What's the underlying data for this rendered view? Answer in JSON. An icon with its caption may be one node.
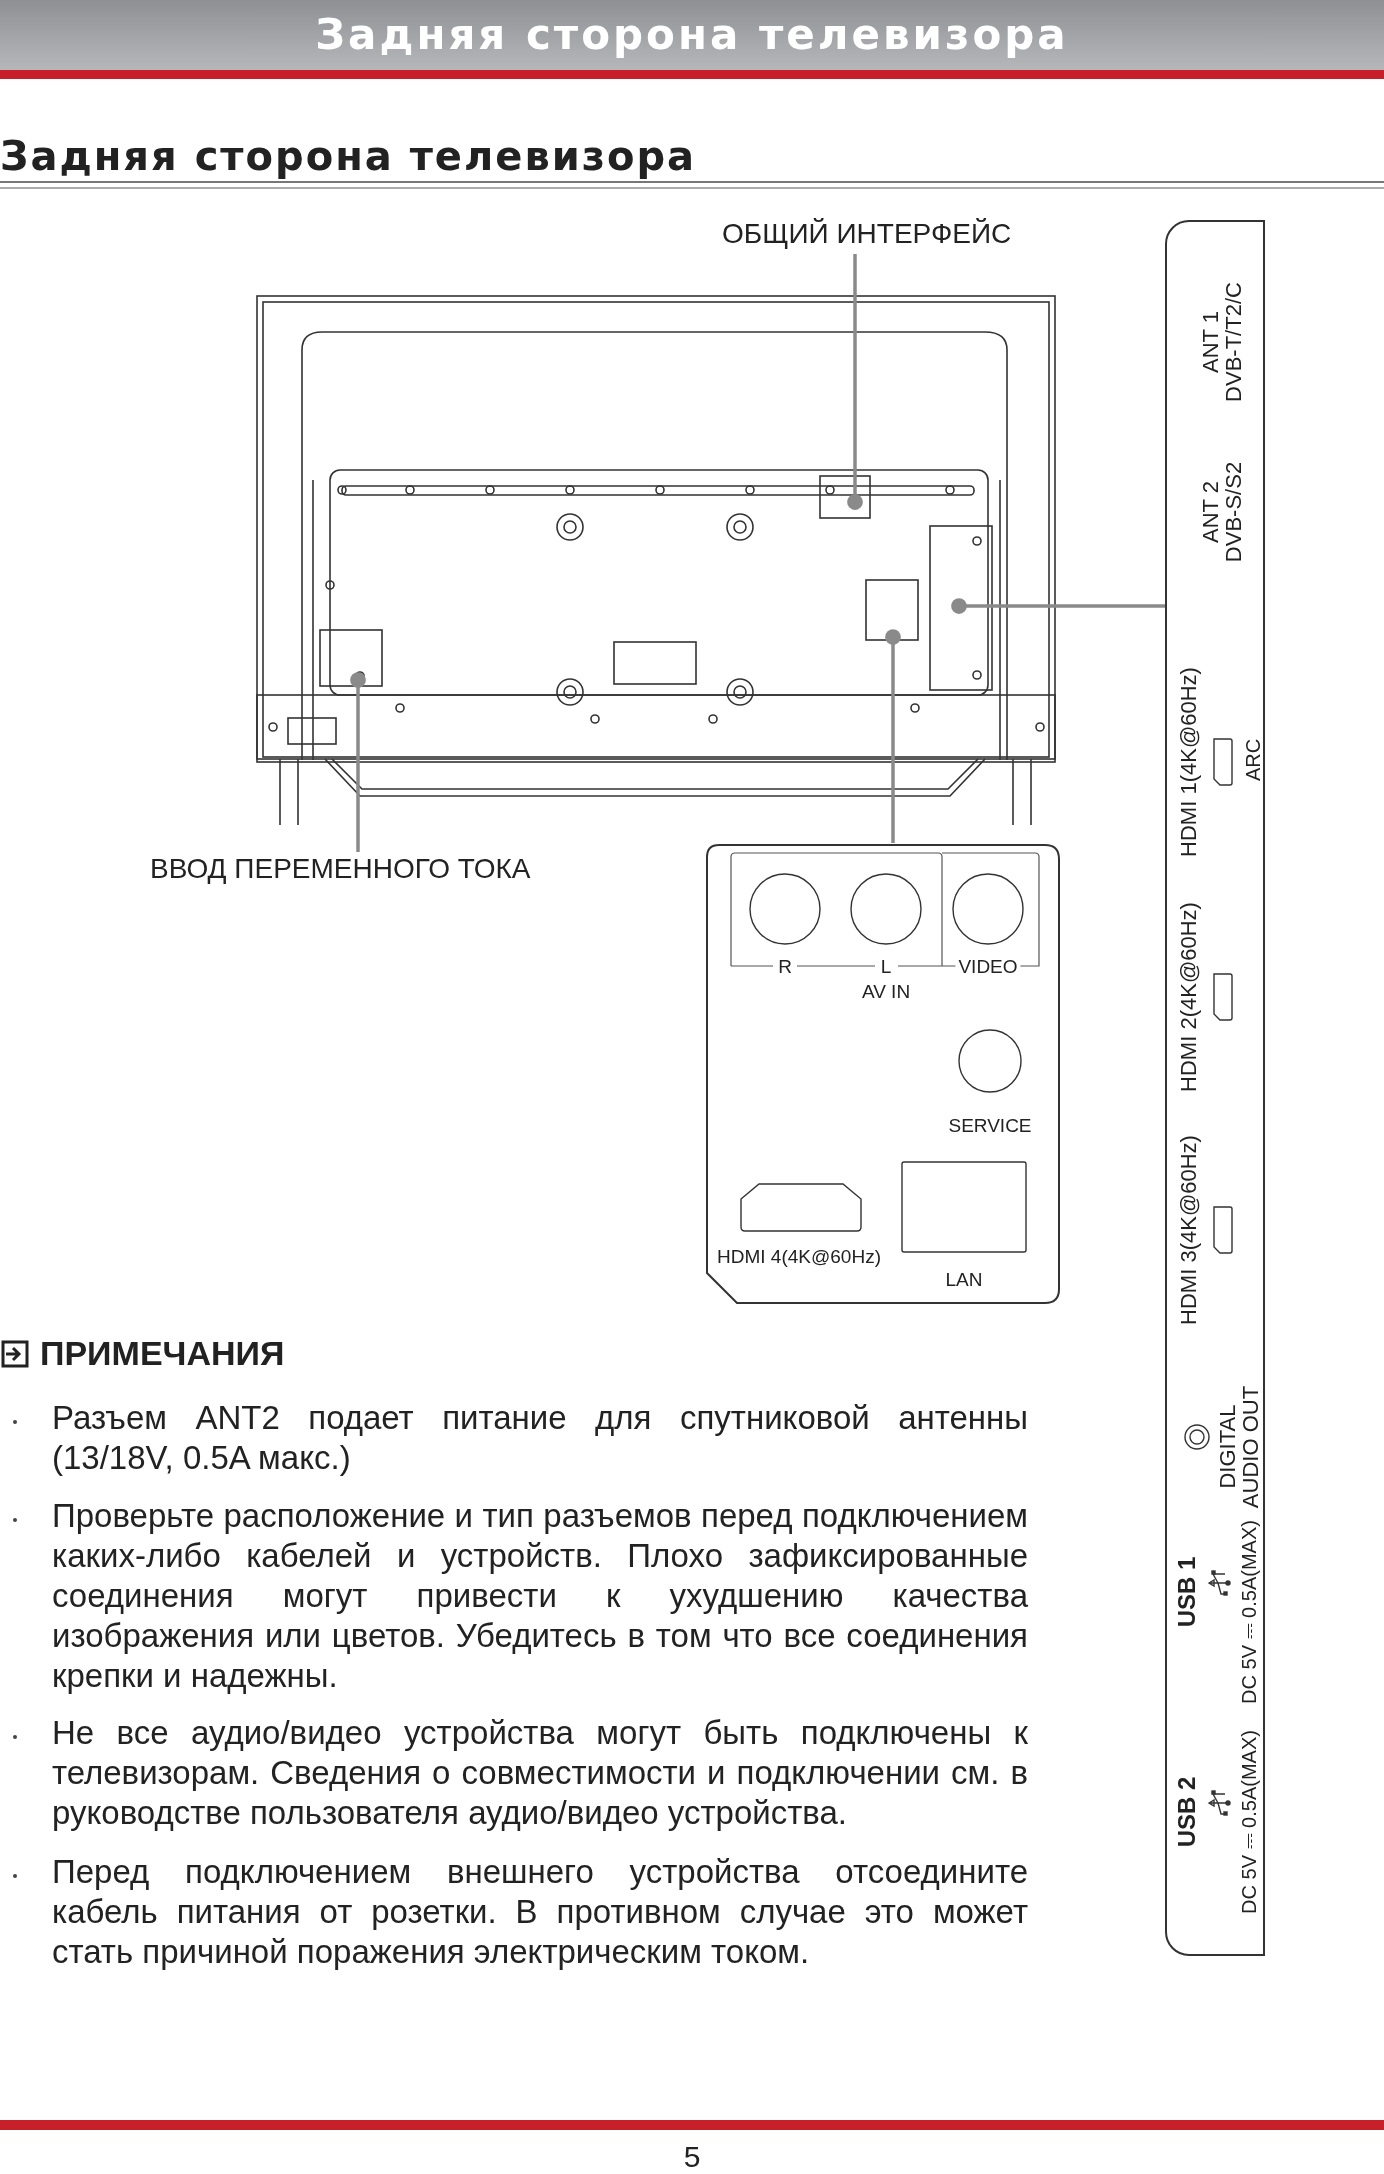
{
  "diagram": {
    "title": "Задняя сторона телевизора",
    "nodes": [
      {
        "text": [],
        "shape": "picture"
      },
      {
        "text": [
          "ОБЩИЙ ИНТЕРФЕЙС"
        ]
      },
      {
        "text": [
          "ВВОД ПЕРЕМЕННОГО ТОКА"
        ]
      },
      {
        "text": [
          "R",
          "L",
          "VIDEO",
          "AV IN",
          "SERVICE",
          "HDMI 4(4K@60Hz)",
          "LAN"
        ]
      },
      {
        "text": [
          "ANT 1 DVB-T/T2/C",
          "ANT 2 DVB-S/S2",
          "HDMI 1(4K@60Hz)",
          "ARC",
          "HDMI 2(4K@60Hz)",
          "HDMI 3(4K@60Hz)",
          "DIGITAL AUDIO OUT",
          "USB 1",
          "DC 5V ⎓ 0.5A(MAX)",
          "USB 2",
          "DC 5V ⎓ 0.5A(MAX)"
        ]
      }
    ],
    "edges": [
      {
        "from": 1,
        "to": 0,
        "arrow": "other"
      },
      {
        "from": 2,
        "to": 0,
        "arrow": "other"
      },
      {
        "from": 3,
        "to": 0,
        "arrow": "other"
      },
      {
        "from": 4,
        "to": 0,
        "arrow": "other"
      }
    ],
    "labels": [
      "Задняя сторона телевизора",
      "ПРИМЕЧАНИЯ",
      "Разъем ANT2 подает питание для спутниковой антенны (13/18V, 0.5A макс.)",
      "Проверьте расположение и тип разъемов перед подключением каких-либо кабелей и устройств. Плохо зафиксированные соединения могут привести к ухудшению качества изображения или цветов. Убедитесь в том что все соединения крепки и надежны.",
      "Не все аудио/видео устройства могут быть подключены к телевизорам. Сведения о совместимости и подключении см. в руководстве пользователя аудио/видео устройства.",
      "Перед подключением внешнего устройства отсоедините кабель питания от розетки. В противном случае это может стать причиной поражения электрическим током.",
      "5"
    ]
  }
}
